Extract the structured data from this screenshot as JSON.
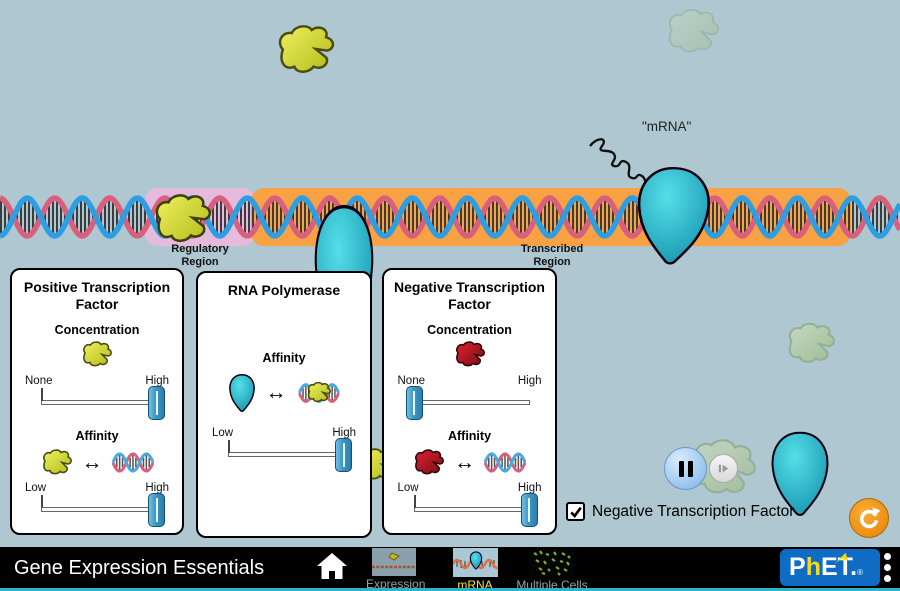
{
  "window": {
    "background_color": "#aec7d0",
    "navbar_background": "#000000",
    "bottom_strip_color": "#2bb3c9"
  },
  "icons": {
    "double_arrow": "↔",
    "checkbox_check": "check-mark"
  },
  "dna": {
    "regulatory_region_label": "Regulatory Region",
    "transcribed_region_label": "Transcribed Region",
    "mrna_label": "\"mRNA\"",
    "regulatory_highlight_color": "#e6badd",
    "transcribed_highlight_color": "#f8a243",
    "strand_blue": "#2d9ee1",
    "strand_pink": "#d9607c"
  },
  "panels": {
    "positive": {
      "title": "Positive Transcription Factor",
      "concentration": {
        "label": "Concentration",
        "min_label": "None",
        "max_label": "High",
        "value": "High"
      },
      "affinity": {
        "label": "Affinity",
        "min_label": "Low",
        "max_label": "High",
        "value": "High"
      }
    },
    "polymerase": {
      "title": "RNA Polymerase",
      "affinity": {
        "label": "Affinity",
        "min_label": "Low",
        "max_label": "High",
        "value": "High"
      }
    },
    "negative": {
      "title": "Negative Transcription Factor",
      "concentration": {
        "label": "Concentration",
        "min_label": "None",
        "max_label": "High",
        "value": "None"
      },
      "affinity": {
        "label": "Affinity",
        "min_label": "Low",
        "max_label": "High",
        "value": "High"
      }
    }
  },
  "controls": {
    "checkbox": {
      "label": "Negative Transcription Factor",
      "checked": true
    },
    "pause_button_icon": "pause-bars",
    "step_button_icon": "step-forward",
    "reset_button_icon": "circular-arrow",
    "reset_button_color": "#ef9015"
  },
  "navbar": {
    "title": "Gene Expression Essentials",
    "home_icon": "house",
    "tabs": [
      {
        "label": "Expression",
        "selected": false
      },
      {
        "label": "mRNA",
        "selected": true
      },
      {
        "label": "Multiple Cells",
        "selected": false
      }
    ],
    "logo": {
      "p": "P",
      "h": "h",
      "et": "ET",
      "dot": ".",
      "registered": "®"
    },
    "menu_icon": "vertical-dots"
  }
}
